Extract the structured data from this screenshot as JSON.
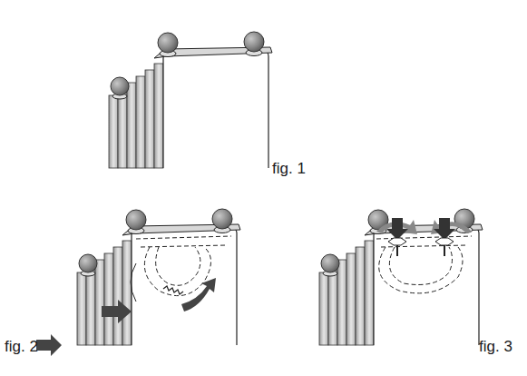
{
  "diagram": {
    "labels": [
      "fig. 1",
      "fig. 2",
      "fig. 3"
    ]
  }
}
